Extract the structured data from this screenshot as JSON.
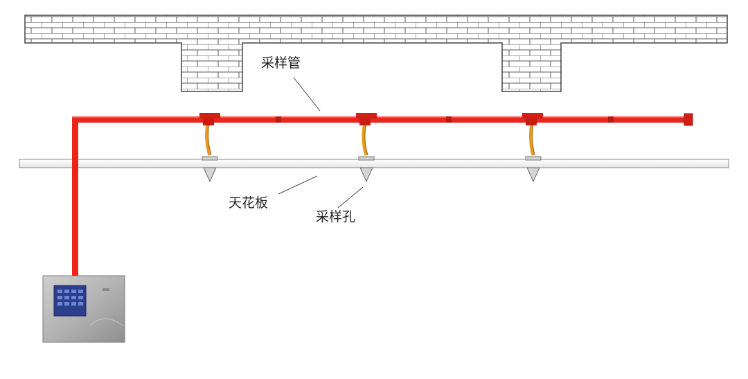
{
  "labels": {
    "sampling_pipe": "采样管",
    "ceiling": "天花板",
    "sampling_hole": "采样孔"
  },
  "colors": {
    "pipe": "#e8261c",
    "pipe_dark": "#b81a12",
    "brick_line": "#555555",
    "ceiling_fill": "#f6f6f6",
    "ceiling_stroke": "#888888",
    "capillary": "#e49a1e",
    "detector_body": "#a9a9a9",
    "detector_screen": "#2b3f8c"
  },
  "icons": {
    "brick_wall": "brick-wall-icon",
    "sampling_point": "sampling-nozzle-icon",
    "detector": "aspirating-detector-icon"
  },
  "sampling_points_count": 3
}
